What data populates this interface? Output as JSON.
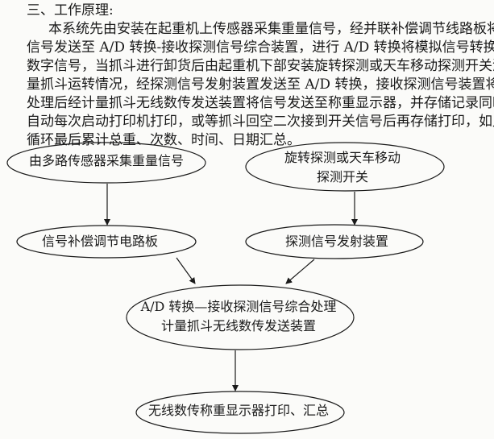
{
  "section_title": "三、工作原理:",
  "paragraph_lines": [
    "本系统先由安装在起重机上传感器采集重量信号，经并联补偿调节线路板将",
    "信号发送至 A/D 转换-接收探测信号综合装置，进行 A/D 转换将模拟信号转换成",
    "数字信号，当抓斗进行卸货后由起重机下部安装旋转探测或天车移动探测开关测",
    "量抓斗运转情况，经探测信号发射装置发送至 A/D 转换，接收探测信号装置将",
    "处理后经计量抓斗无线数传发送装置将信号发送至称重显示器，并存储记录同时",
    "自动每次启动打印机打印，或等抓斗回空二次接到开关信号后再存储打印，如此",
    "循环最后累计总重、次数、时间、日期汇总。"
  ],
  "diagram": {
    "nodes": {
      "sensor": {
        "lines": [
          "由多路传感器采集重量信号"
        ]
      },
      "switch": {
        "lines": [
          "旋转探测或天车移动",
          "探测开关"
        ]
      },
      "compensation": {
        "lines": [
          "信号补偿调节电路板"
        ]
      },
      "transmitter": {
        "lines": [
          "探测信号发射装置"
        ]
      },
      "processor": {
        "lines": [
          "A/D 转换—接收探测信号综合处理",
          "计量抓斗无线数传发送装置"
        ]
      },
      "display": {
        "lines": [
          "无线数传称重显示器打印、汇总"
        ]
      }
    },
    "edges": [
      [
        "sensor",
        "compensation"
      ],
      [
        "switch",
        "transmitter"
      ],
      [
        "compensation",
        "processor"
      ],
      [
        "transmitter",
        "processor"
      ],
      [
        "processor",
        "display"
      ]
    ]
  }
}
